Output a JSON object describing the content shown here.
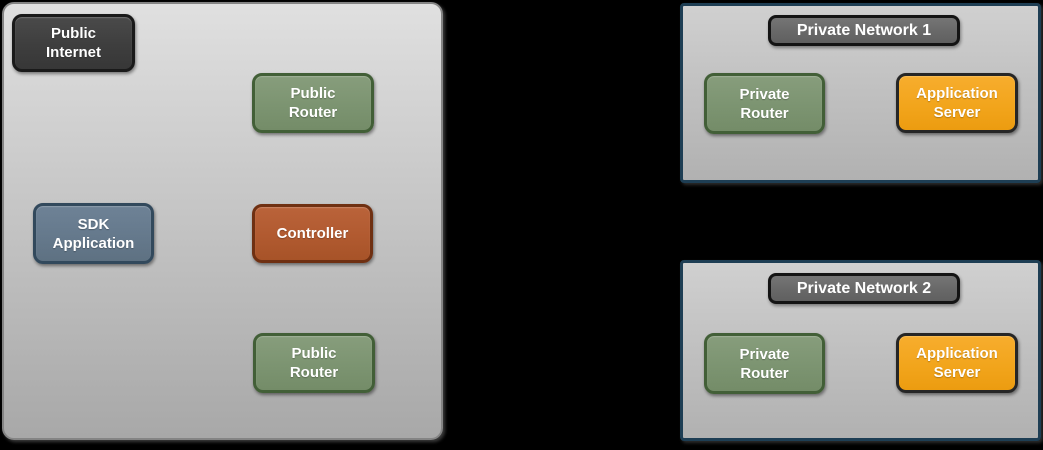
{
  "diagram": {
    "public_zone": {
      "nodes": {
        "public_internet": {
          "label": "Public\nInternet"
        },
        "public_router_top": {
          "label": "Public\nRouter"
        },
        "sdk_application": {
          "label": "SDK\nApplication"
        },
        "controller": {
          "label": "Controller"
        },
        "public_router_bottom": {
          "label": "Public\nRouter"
        }
      }
    },
    "private_network_1": {
      "title": "Private Network 1",
      "nodes": {
        "private_router": {
          "label": "Private\nRouter"
        },
        "application_server": {
          "label": "Application\nServer"
        }
      }
    },
    "private_network_2": {
      "title": "Private Network 2",
      "nodes": {
        "private_router": {
          "label": "Private\nRouter"
        },
        "application_server": {
          "label": "Application\nServer"
        }
      }
    },
    "colors": {
      "background": "#000000",
      "public_zone_fill_top": "#e0e0e0",
      "public_zone_fill_bottom": "#a8a8a8",
      "public_zone_border": "#848484",
      "private_zone_border": "#1e3e54",
      "badge_fill": "#696969",
      "badge_border": "#141414",
      "node_dark_fill": "#3e3e3e",
      "node_dark_border": "#1a1a1a",
      "node_green_fill": "#7c9471",
      "node_green_border": "#425f37",
      "node_blue_fill": "#65798c",
      "node_blue_border": "#32495c",
      "node_rust_fill": "#b15a30",
      "node_rust_border": "#6f3012",
      "node_orange_fill": "#f2a51c",
      "node_orange_border": "#262626",
      "label_text": "#ffffff"
    }
  }
}
